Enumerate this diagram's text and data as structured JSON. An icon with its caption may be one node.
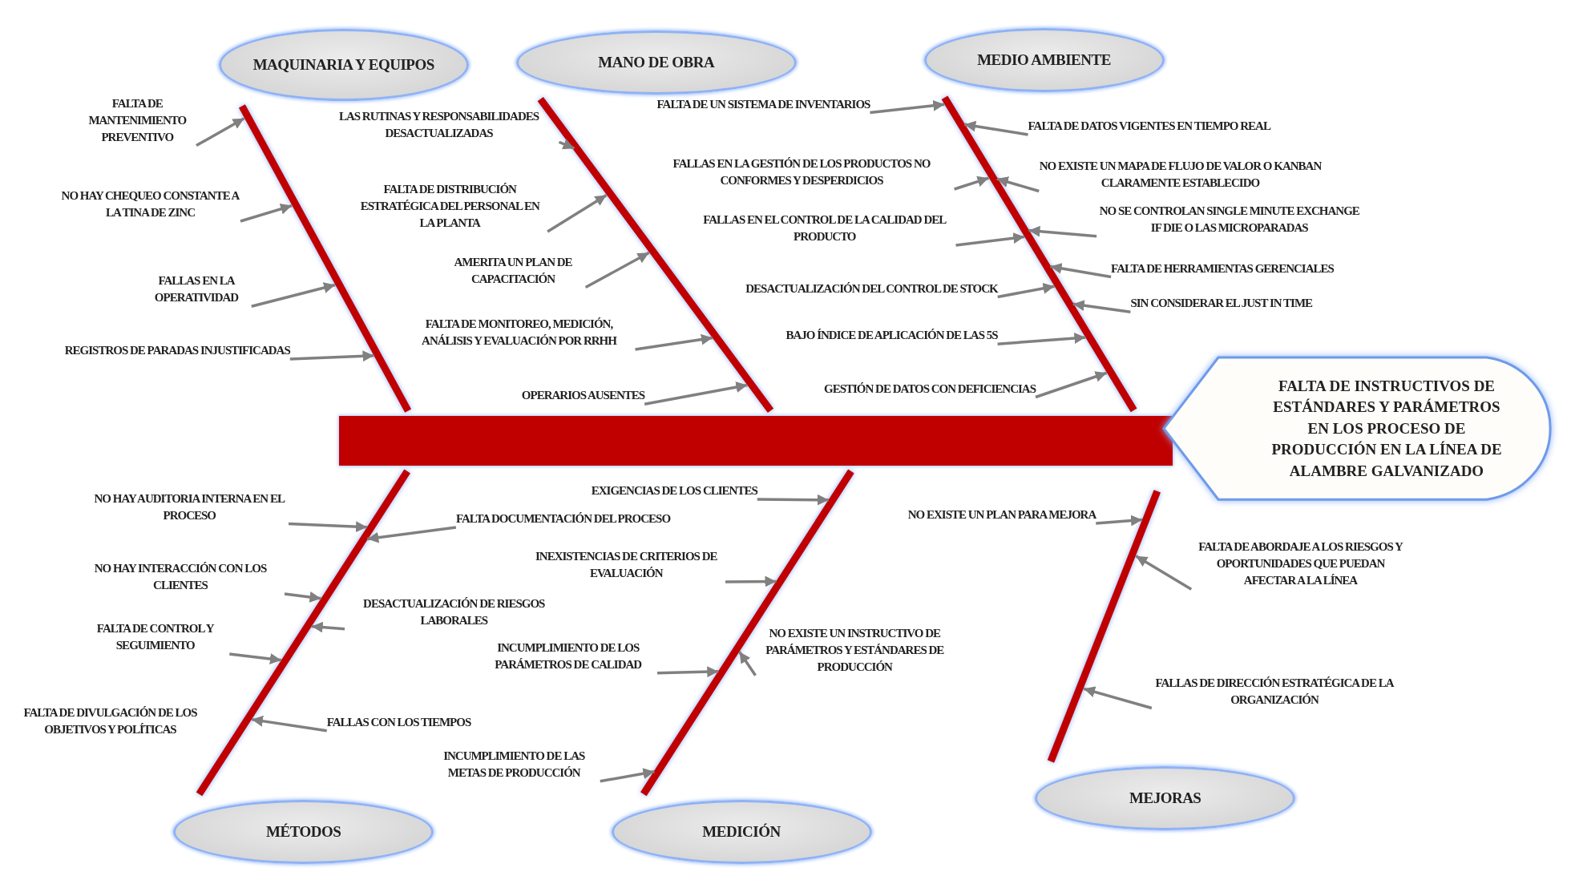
{
  "diagram": {
    "nodes": [
      {
        "text": [
          "MAQUINARIA Y EQUIPOS"
        ]
      },
      {
        "text": [
          "MANO DE OBRA"
        ]
      },
      {
        "text": [
          "MEDIO AMBIENTE"
        ]
      },
      {
        "text": [
          "MÉTODOS"
        ]
      },
      {
        "text": [
          "MEDICIÓN"
        ]
      },
      {
        "text": [
          "MEJORAS"
        ]
      },
      {
        "text": [],
        "shape": "bar"
      },
      {
        "text": [
          "FALTA DE INSTRUCTIVOS DE ESTÁNDARES Y PARÁMETROS EN LOS PROCESO DE PRODUCCIÓN EN LA LÍNEA DE ALAMBRE GALVANIZADO"
        ]
      },
      {
        "text": [
          "FALTA DE MANTENIMIENTO PREVENTIVO"
        ]
      },
      {
        "text": [
          "NO HAY CHEQUEO CONSTANTE  A LA TINA DE ZINC"
        ]
      },
      {
        "text": [
          "FALLAS EN LA OPERATIVIDAD"
        ]
      },
      {
        "text": [
          "REGISTROS DE PARADAS INJUSTIFICADAS"
        ]
      },
      {
        "text": [
          "LAS RUTINAS Y RESPONSABILIDADES DESACTUALIZADAS"
        ]
      },
      {
        "text": [
          "FALTA DE DISTRIBUCIÓN ESTRATÉGICA DEL PERSONAL EN LA PLANTA"
        ]
      },
      {
        "text": [
          "AMERITA UN PLAN DE CAPACITACIÓN"
        ]
      },
      {
        "text": [
          "FALTA DE MONITOREO, MEDICIÓN, ANÁLISIS Y EVALUACIÓN POR  RRHH"
        ]
      },
      {
        "text": [
          "OPERARIOS AUSENTES"
        ]
      },
      {
        "text": [
          "FALTA DE UN SISTEMA DE INVENTARIOS"
        ]
      },
      {
        "text": [
          "FALLAS EN LA GESTIÓN DE LOS PRODUCTOS NO CONFORMES Y DESPERDICIOS"
        ]
      },
      {
        "text": [
          "FALLAS EN EL CONTROL DE LA CALIDAD DEL PRODUCTO"
        ]
      },
      {
        "text": [
          "DESACTUALIZACIÓN DEL CONTROL DE STOCK"
        ]
      },
      {
        "text": [
          "BAJO ÍNDICE DE APLICACIÓN DE LAS 5S"
        ]
      },
      {
        "text": [
          "GESTIÓN DE DATOS CON DEFICIENCIAS"
        ]
      },
      {
        "text": [
          "FALTA DE DATOS VIGENTES EN TIEMPO REAL"
        ]
      },
      {
        "text": [
          "NO EXISTE UN MAPA DE FLUJO DE VALOR O KANBAN CLARAMENTE ESTABLECIDO"
        ]
      },
      {
        "text": [
          "NO SE CONTROLAN SINGLE MINUTE EXCHANGE IF DIE O LAS MICROPARADAS"
        ]
      },
      {
        "text": [
          "FALTA DE HERRAMIENTAS GERENCIALES"
        ]
      },
      {
        "text": [
          "SIN CONSIDERAR EL JUST IN TIME"
        ]
      },
      {
        "text": [
          "NO HAY  AUDITORIA INTERNA EN EL PROCESO"
        ]
      },
      {
        "text": [
          "FALTA DOCUMENTACIÓN DEL PROCESO"
        ]
      },
      {
        "text": [
          "NO HAY INTERACCIÓN CON LOS CLIENTES"
        ]
      },
      {
        "text": [
          "DESACTUALIZACIÓN DE RIESGOS LABORALES"
        ]
      },
      {
        "text": [
          "FALTA DE CONTROL Y SEGUIMIENTO"
        ]
      },
      {
        "text": [
          "FALLAS CON LOS TIEMPOS"
        ]
      },
      {
        "text": [
          "EXIGENCIAS DE LOS CLIENTES"
        ]
      },
      {
        "text": [
          "INEXISTENCIAS DE CRITERIOS DE EVALUACIÓN"
        ]
      },
      {
        "text": [
          "INCUMPLIMIENTO DE LOS PARÁMETROS DE CALIDAD"
        ]
      },
      {
        "text": [
          "NO EXISTE UN INSTRUCTIVO DE PARÁMETROS Y ESTÁNDARES DE PRODUCCIÓN"
        ]
      },
      {
        "text": [
          "INCUMPLIMIENTO DE LAS METAS DE PRODUCCIÓN"
        ]
      },
      {
        "text": [
          "NO EXISTE UN PLAN PARA MEJORA"
        ]
      },
      {
        "text": [
          "FALTA DE ABORDAJE A LOS RIESGOS Y OPORTUNIDADES QUE PUEDAN AFECTAR A LA LÍNEA"
        ]
      },
      {
        "text": [
          "FALLAS DE DIRECCIÓN ESTRATÉGICA DE LA ORGANIZACIÓN"
        ]
      },
      {
        "text": [],
        "shape": "bar"
      },
      {
        "text": [],
        "shape": "bar"
      },
      {
        "text": [],
        "shape": "bar"
      },
      {
        "text": [],
        "shape": "bar"
      },
      {
        "text": [],
        "shape": "bar"
      },
      {
        "text": [],
        "shape": "bar"
      }
    ],
    "edges": [
      {
        "from": 8,
        "to": 42,
        "arrow": "to"
      },
      {
        "from": 9,
        "to": 42,
        "arrow": "to"
      },
      {
        "from": 10,
        "to": 42,
        "arrow": "to"
      },
      {
        "from": 11,
        "to": 42,
        "arrow": "to"
      },
      {
        "from": 12,
        "to": 43,
        "arrow": "to"
      },
      {
        "from": 13,
        "to": 43,
        "arrow": "to"
      },
      {
        "from": 14,
        "to": 43,
        "arrow": "to"
      },
      {
        "from": 15,
        "to": 43,
        "arrow": "to"
      },
      {
        "from": 16,
        "to": 43,
        "arrow": "to"
      },
      {
        "from": 17,
        "to": 44,
        "arrow": "to"
      },
      {
        "from": 18,
        "to": 44,
        "arrow": "to"
      },
      {
        "from": 19,
        "to": 44,
        "arrow": "to"
      },
      {
        "from": 20,
        "to": 44,
        "arrow": "to"
      },
      {
        "from": 21,
        "to": 44,
        "arrow": "to"
      },
      {
        "from": 22,
        "to": 44,
        "arrow": "to"
      },
      {
        "from": 23,
        "to": 44,
        "arrow": "to"
      },
      {
        "from": 24,
        "to": 44,
        "arrow": "to"
      },
      {
        "from": 25,
        "to": 44,
        "arrow": "to"
      },
      {
        "from": 26,
        "to": 44,
        "arrow": "to"
      },
      {
        "from": 27,
        "to": 44,
        "arrow": "to"
      },
      {
        "from": 28,
        "to": 45,
        "arrow": "to"
      },
      {
        "from": 29,
        "to": 45,
        "arrow": "to"
      },
      {
        "from": 30,
        "to": 45,
        "arrow": "to"
      },
      {
        "from": 31,
        "to": 45,
        "arrow": "to"
      },
      {
        "from": 32,
        "to": 45,
        "arrow": "to"
      },
      {
        "from": 33,
        "to": 45,
        "arrow": "to"
      },
      {
        "from": 34,
        "to": 46,
        "arrow": "to"
      },
      {
        "from": 35,
        "to": 46,
        "arrow": "to"
      },
      {
        "from": 36,
        "to": 46,
        "arrow": "to"
      },
      {
        "from": 37,
        "to": 46,
        "arrow": "to"
      },
      {
        "from": 38,
        "to": 46,
        "arrow": "to"
      },
      {
        "from": 39,
        "to": 47,
        "arrow": "to"
      },
      {
        "from": 40,
        "to": 47,
        "arrow": "to"
      },
      {
        "from": 41,
        "to": 47,
        "arrow": "to"
      }
    ],
    "labels": [
      "FALTA DE DIVULGACIÓN DE LOS OBJETIVOS Y POLÍTICAS"
    ]
  }
}
